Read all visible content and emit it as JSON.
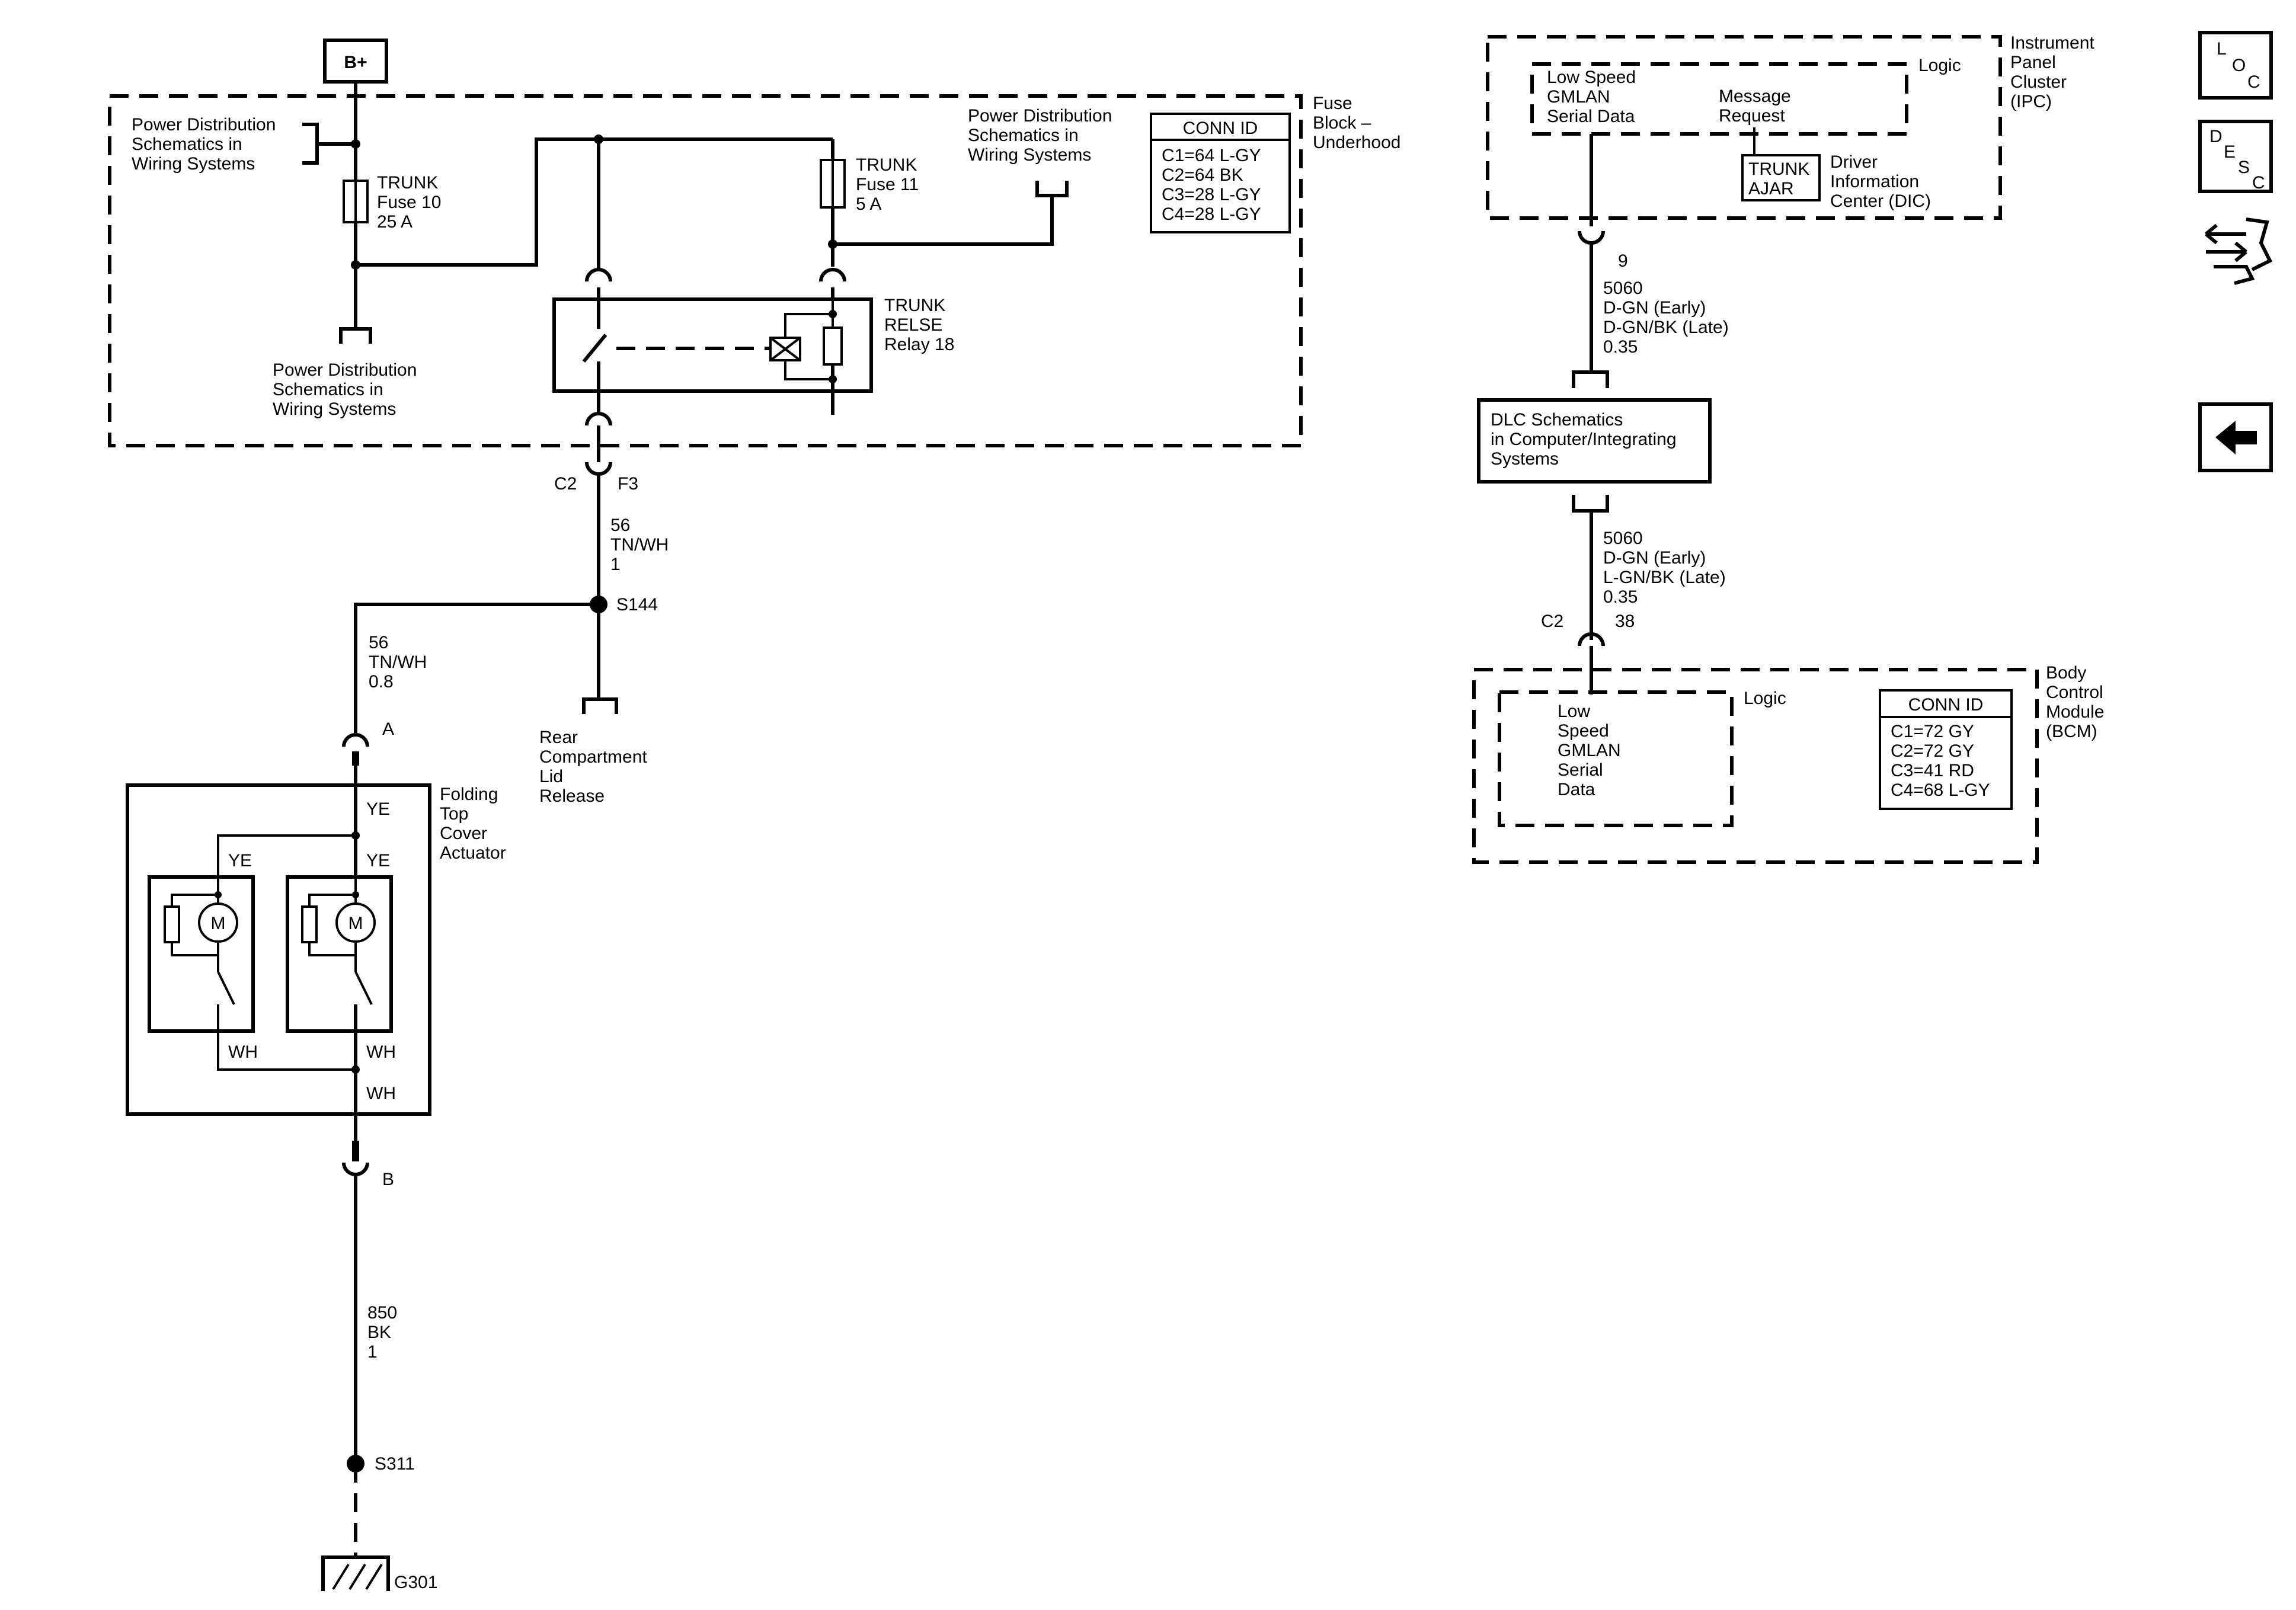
{
  "battery": "B+",
  "fuse_block": {
    "name": [
      "Fuse",
      "Block –",
      "Underhood"
    ],
    "pd_left_top": [
      "Power Distribution",
      "Schematics in",
      "Wiring Systems"
    ],
    "pd_left_bottom": [
      "Power Distribution",
      "Schematics in",
      "Wiring Systems"
    ],
    "pd_right": [
      "Power Distribution",
      "Schematics in",
      "Wiring Systems"
    ],
    "fuse10": [
      "TRUNK",
      "Fuse 10",
      "25 A"
    ],
    "fuse11": [
      "TRUNK",
      "Fuse 11",
      "5 A"
    ],
    "relay": [
      "TRUNK",
      "RELSE",
      "Relay 18"
    ],
    "conn_id": {
      "title": "CONN ID",
      "rows": [
        "C1=64 L-GY",
        "C2=64 BK",
        "C3=28 L-GY",
        "C4=28 L-GY"
      ]
    }
  },
  "connector_c2": {
    "name": "C2",
    "pin": "F3"
  },
  "wire_56_main": [
    "56",
    "TN/WH",
    "1"
  ],
  "splice_s144": "S144",
  "rear_release": [
    "Rear",
    "Compartment",
    "Lid",
    "Release"
  ],
  "wire_56_branch": [
    "56",
    "TN/WH",
    "0.8"
  ],
  "pin_a": "A",
  "actuator": {
    "name": [
      "Folding",
      "Top",
      "Cover",
      "Actuator"
    ],
    "ye_top": "YE",
    "ye_left": "YE",
    "ye_right": "YE",
    "wh_left": "WH",
    "wh_right": "WH",
    "wh_bottom": "WH",
    "motor": "M"
  },
  "pin_b": "B",
  "wire_850": [
    "850",
    "BK",
    "1"
  ],
  "splice_s311": "S311",
  "ground_g301": "G301",
  "ipc": {
    "name": [
      "Instrument",
      "Panel",
      "Cluster",
      "(IPC)"
    ],
    "logic": "Logic",
    "serial": [
      "Low Speed",
      "GMLAN",
      "Serial Data"
    ],
    "message": [
      "Message",
      "Request"
    ],
    "trunk_ajar": [
      "TRUNK",
      "AJAR"
    ],
    "dic": [
      "Driver",
      "Information",
      "Center (DIC)"
    ]
  },
  "pin_9": "9",
  "wire_5060_top": [
    "5060",
    "D-GN (Early)",
    "D-GN/BK (Late)",
    "0.35"
  ],
  "dlc": [
    "DLC Schematics",
    "in Computer/Integrating",
    "Systems"
  ],
  "wire_5060_bottom": [
    "5060",
    "D-GN (Early)",
    "L-GN/BK (Late)",
    "0.35"
  ],
  "bcm_connector": {
    "name": "C2",
    "pin": "38"
  },
  "bcm": {
    "name": [
      "Body",
      "Control",
      "Module",
      "(BCM)"
    ],
    "logic": "Logic",
    "serial": [
      "Low",
      "Speed",
      "GMLAN",
      "Serial",
      "Data"
    ],
    "conn_id": {
      "title": "CONN ID",
      "rows": [
        "C1=72 GY",
        "C2=72 GY",
        "C3=41 RD",
        "C4=68 L-GY"
      ]
    }
  },
  "nav": {
    "loc": [
      "L",
      "O",
      "C"
    ],
    "desc": [
      "D",
      "E",
      "S",
      "C"
    ]
  }
}
